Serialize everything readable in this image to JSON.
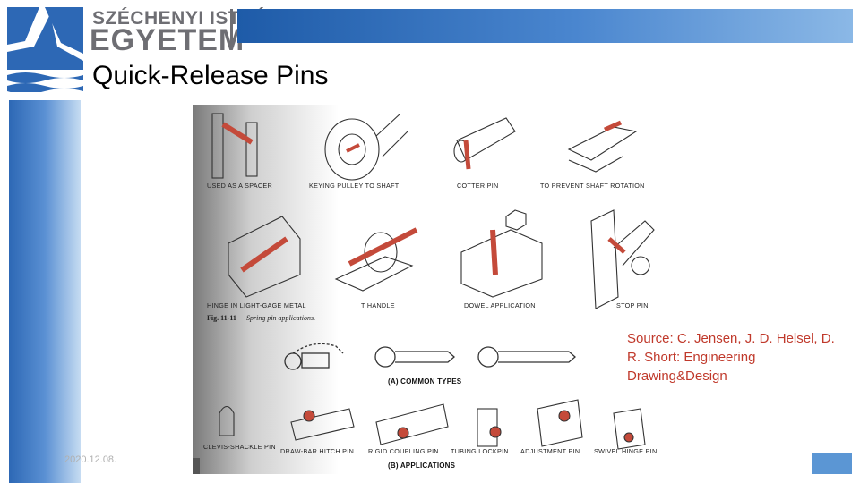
{
  "header": {
    "university_line1": "SZÉCHENYI ISTVÁN",
    "university_line2": "EGYETEM"
  },
  "slide": {
    "title": "Quick-Release Pins",
    "source": "Source: C. Jensen, J. D. Helsel, D. R. Short: Engineering Drawing&Design",
    "date": "2020.12.08."
  },
  "figure": {
    "row1": [
      "USED AS A SPACER",
      "KEYING PULLEY TO SHAFT",
      "COTTER PIN",
      "TO PREVENT SHAFT ROTATION"
    ],
    "row2": [
      "HINGE IN LIGHT-GAGE METAL",
      "T HANDLE",
      "DOWEL APPLICATION",
      "STOP PIN"
    ],
    "caption_num": "Fig. 11-11",
    "caption_text": "Spring pin applications.",
    "common_types": "(A) COMMON TYPES",
    "row3": [
      "CLEVIS-SHACKLE PIN",
      "DRAW-BAR HITCH PIN",
      "RIGID COUPLING PIN",
      "TUBING LOCKPIN",
      "ADJUSTMENT PIN",
      "SWIVEL HINGE PIN"
    ],
    "applications": "(B) APPLICATIONS"
  },
  "colors": {
    "brand_blue": "#1e5ba8",
    "pin_red": "#c44a3a",
    "source_red": "#c0392b"
  }
}
